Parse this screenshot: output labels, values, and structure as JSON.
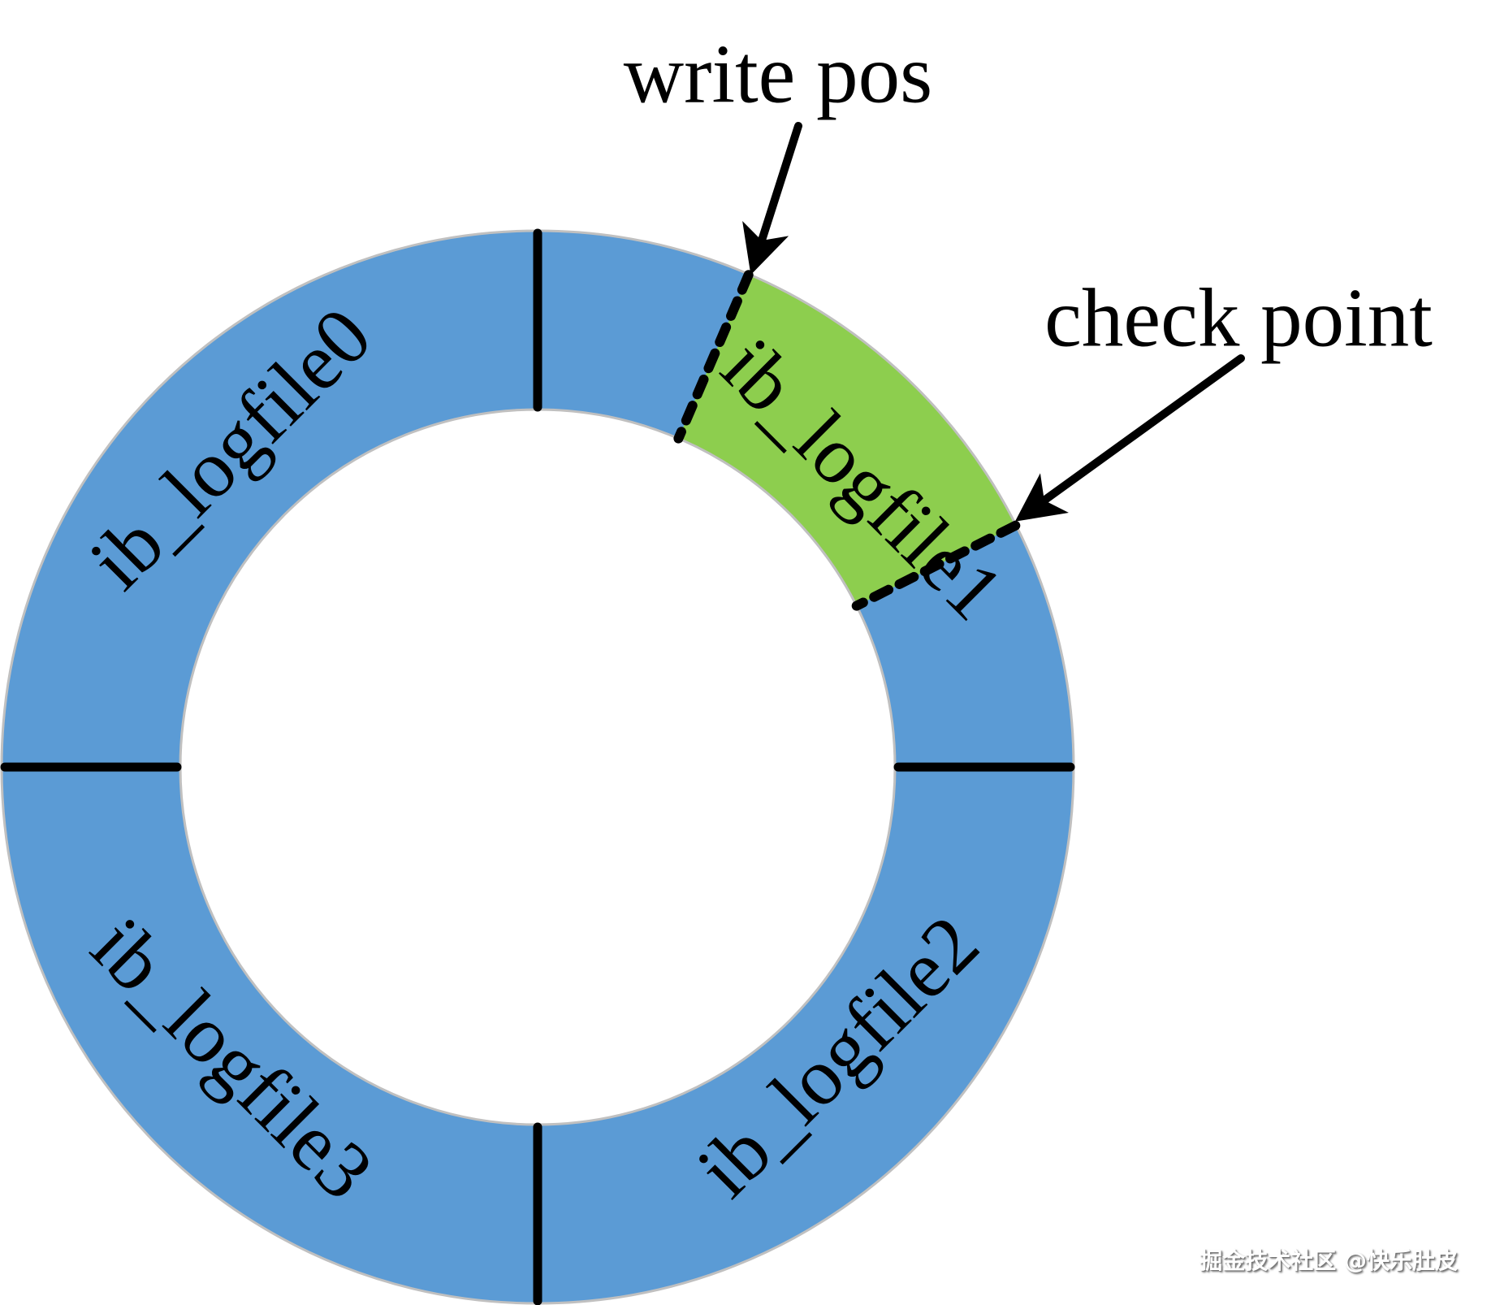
{
  "diagram": {
    "annotations": {
      "write_pos": "write pos",
      "check_point": "check point"
    },
    "segments": [
      {
        "label": "ib_logfile0"
      },
      {
        "label": "ib_logfile1"
      },
      {
        "label": "ib_logfile2"
      },
      {
        "label": "ib_logfile3"
      }
    ],
    "highlight": {
      "segment": "ib_logfile1",
      "from_marker": "write pos",
      "to_marker": "check point",
      "start_angle_deg": 23,
      "end_angle_deg": 63
    },
    "colors": {
      "ring": "#5B9BD5",
      "highlight": "#8DCE4E",
      "edge": "#C0C0C0",
      "marks": "#000000"
    },
    "watermark": "掘金技术社区 @快乐肚皮"
  }
}
